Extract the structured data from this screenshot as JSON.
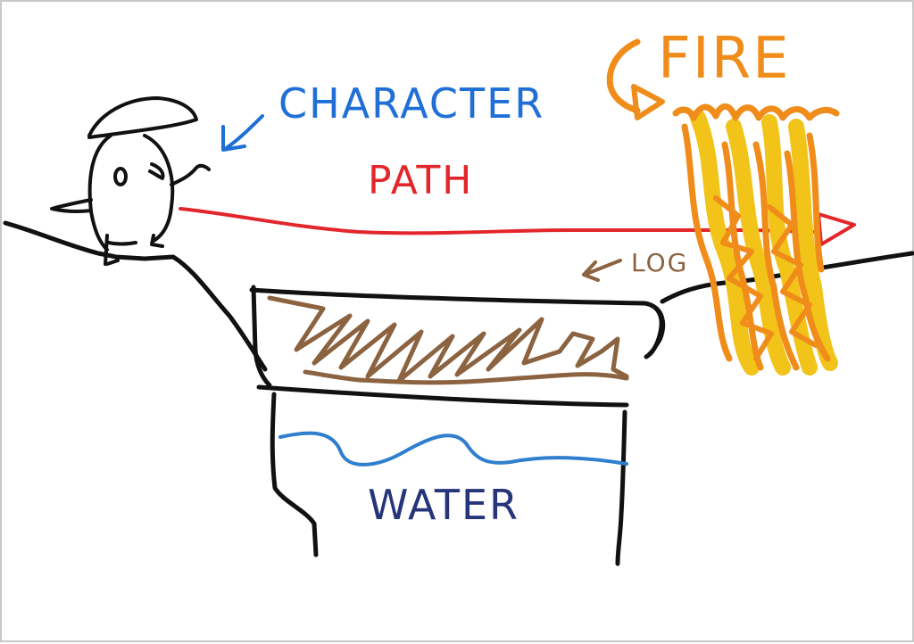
{
  "labels": {
    "character": "CHARACTER",
    "path": "PATH",
    "log": "LOG",
    "fire": "FIRE",
    "water": "WATER"
  },
  "colors": {
    "outline": "#111111",
    "character_label": "#1f6fd6",
    "path": "#e3262b",
    "log": "#8b6340",
    "fire_outer": "#f08c1a",
    "fire_inner": "#f2c318",
    "water_line": "#2f7fce",
    "water_label": "#26357a",
    "frame_border": "#c8c8c8"
  },
  "icons": {
    "character": "blob-character-with-hat",
    "fire": "flame-scribble"
  }
}
